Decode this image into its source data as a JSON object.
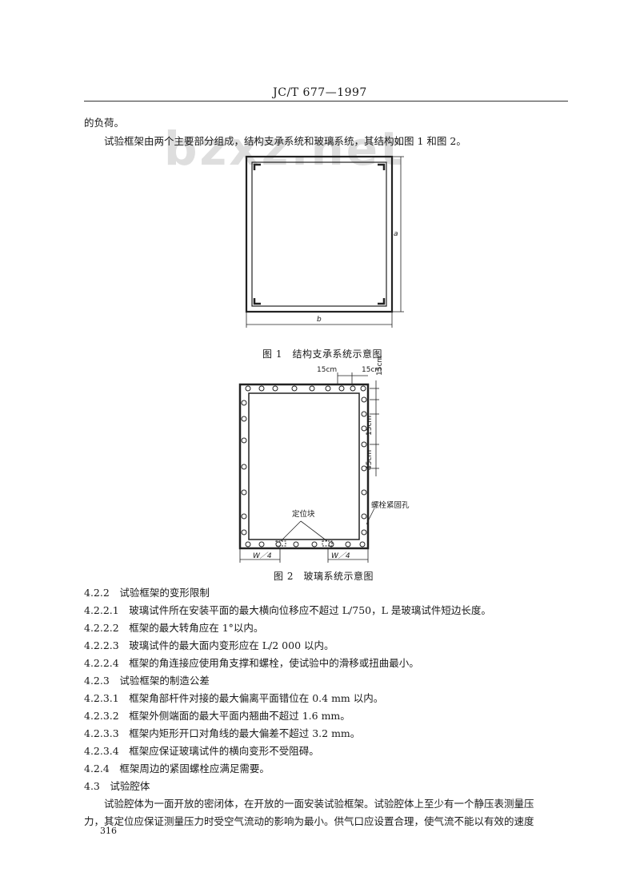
{
  "header": "JC/T 677—1997",
  "watermark": "bzxz.net",
  "intro": {
    "line1": "的负荷。",
    "line2": "试验框架由两个主要部分组成，结构支承系统和玻璃系统，其结构如图 1 和图 2。"
  },
  "figure1": {
    "caption": "图 1　结构支承系统示意图",
    "dim_a": "a",
    "dim_b": "b"
  },
  "figure2": {
    "caption": "图 2　玻璃系统示意图",
    "dim_top1": "15cm",
    "dim_top2": "15cm",
    "dim_side1": "15cm",
    "dim_side2": "15cm",
    "dim_side3": "45cm",
    "label_bolt": "螺栓紧固孔",
    "label_block": "定位块",
    "dim_w1": "W／4",
    "dim_w2": "W／4"
  },
  "sections": [
    {
      "num": "4.2.2",
      "text": "试验框架的变形限制"
    },
    {
      "num": "4.2.2.1",
      "text": "玻璃试件所在安装平面的最大横向位移应不超过 L/750，L 是玻璃试件短边长度。"
    },
    {
      "num": "4.2.2.2",
      "text": "框架的最大转角应在 1°以内。"
    },
    {
      "num": "4.2.2.3",
      "text": "玻璃试件的最大面内变形应在 L/2 000 以内。"
    },
    {
      "num": "4.2.2.4",
      "text": "框架的角连接应使用角支撑和螺栓，使试验中的滑移或扭曲最小。"
    },
    {
      "num": "4.2.3",
      "text": "试验框架的制造公差"
    },
    {
      "num": "4.2.3.1",
      "text": "框架角部杆件对接的最大偏离平面错位在 0.4 mm 以内。"
    },
    {
      "num": "4.2.3.2",
      "text": "框架外侧端面的最大平面内翘曲不超过 1.6 mm。"
    },
    {
      "num": "4.2.3.3",
      "text": "框架内矩形开口对角线的最大偏差不超过 3.2 mm。"
    },
    {
      "num": "4.2.3.4",
      "text": "框架应保证玻璃试件的横向变形不受阻碍。"
    },
    {
      "num": "4.2.4",
      "text": "框架周边的紧固螺栓应满足需要。"
    },
    {
      "num": "4.3",
      "text": "试验腔体"
    }
  ],
  "para": {
    "line1": "试验腔体为一面开放的密闭体，在开放的一面安装试验框架。试验腔体上至少有一个静压表测量压",
    "line2": "力，其定位应保证测量压力时受空气流动的影响为最小。供气口应设置合理，使气流不能以有效的速度"
  },
  "page_number": "316"
}
